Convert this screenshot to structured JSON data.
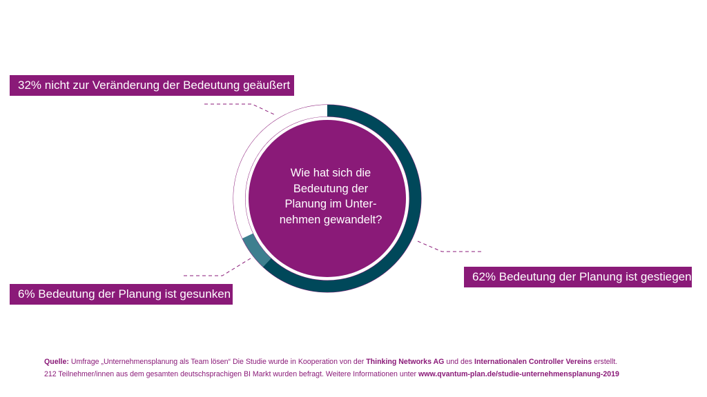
{
  "colors": {
    "brand_purple": "#8a1a78",
    "dark_teal": "#00485a",
    "mid_teal": "#3e7f8f",
    "white": "#ffffff"
  },
  "chart_data": {
    "type": "pie",
    "variant": "donut",
    "center_text": [
      "Wie hat sich die",
      "Bedeutung der",
      "Planung im Unter-",
      "nehmen gewandelt?"
    ],
    "slices": [
      {
        "label": "Bedeutung der Planung ist gestiegen",
        "value": 62,
        "color": "#00485a",
        "display": "62% Bedeutung der Planung ist gestiegen"
      },
      {
        "label": "Bedeutung der Planung ist gesunken",
        "value": 6,
        "color": "#3e7f8f",
        "display": "6% Bedeutung der Planung ist gesunken"
      },
      {
        "label": "nicht zur Veränderung der Bedeutung geäußert",
        "value": 32,
        "color": "#ffffff",
        "display": "32% nicht zur Veränderung der Bedeutung geäußert"
      }
    ]
  },
  "source": {
    "line1": {
      "prefix_bold": "Quelle:",
      "text1": " Umfrage „Unternehmensplanung als Team lösen“ Die Studie wurde in Kooperation von der ",
      "bold1": "Thinking Networks AG",
      "text2": " und des ",
      "bold2": "Internationalen Controller Vereins",
      "text3": " erstellt."
    },
    "line2": {
      "text1": "212 Teilnehmer/innen aus dem gesamten deutschsprachigen BI Markt wurden befragt. Weitere Informationen unter ",
      "bold1": "www.qvantum-plan.de/studie-unternehmensplanung-2019"
    }
  }
}
